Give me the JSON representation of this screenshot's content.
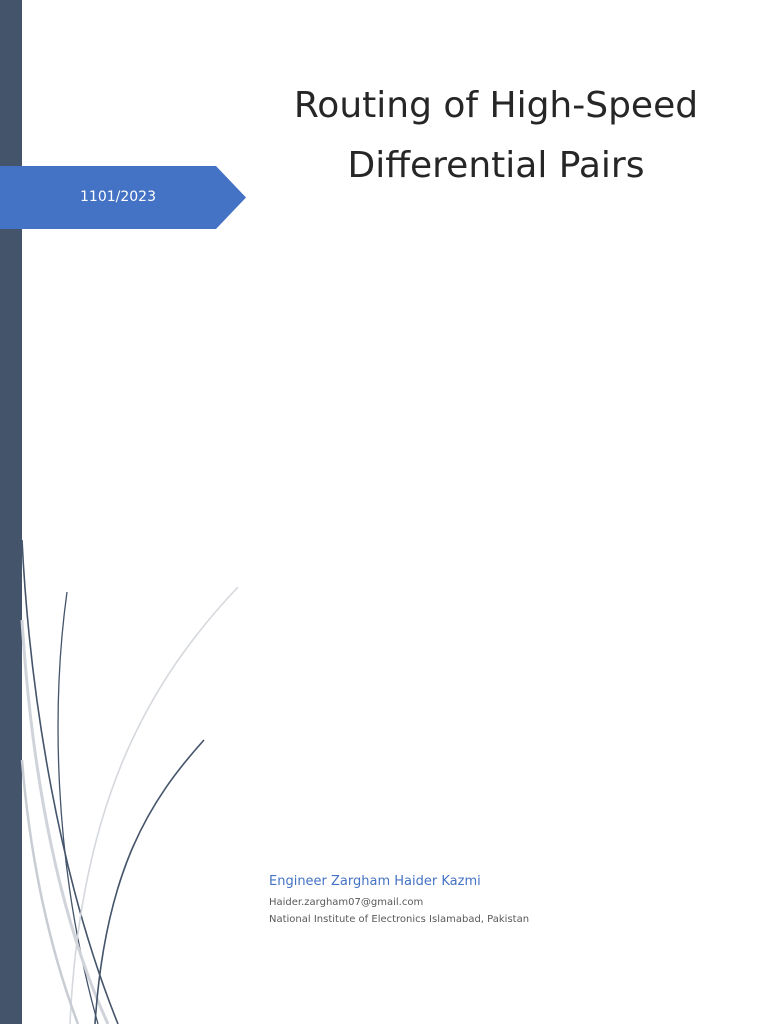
{
  "cover": {
    "date": "1101/2023",
    "title_line1": "Routing of High-Speed",
    "title_line2": "Differential Pairs",
    "author": "Engineer Zargham Haider Kazmi",
    "email": "Haider.zargham07@gmail.com",
    "institute": "National Institute of Electronics Islamabad, Pakistan"
  },
  "colors": {
    "sidebar": "#44546a",
    "banner": "#4472c4",
    "author_name": "#4472c4",
    "body_text": "#595959",
    "title_text": "#262626"
  }
}
